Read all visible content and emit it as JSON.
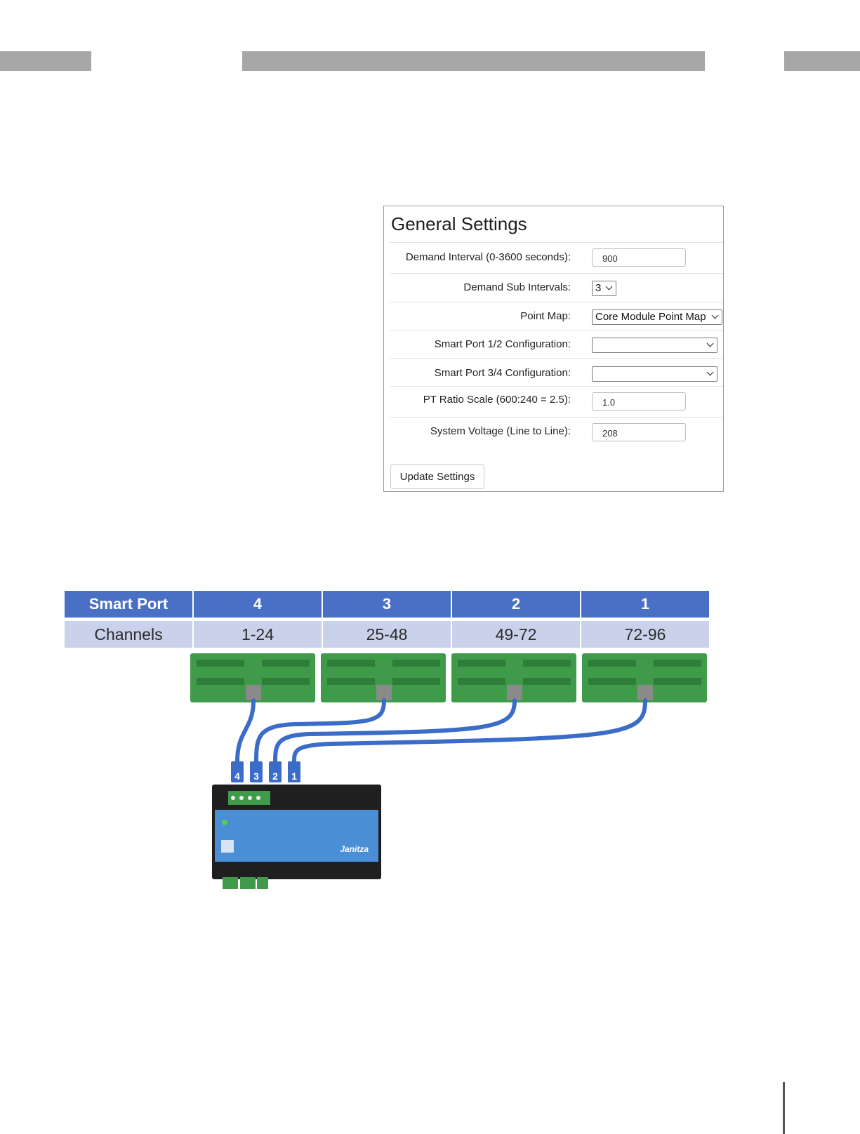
{
  "general_settings": {
    "title": "General Settings",
    "demand_interval": {
      "label": "Demand Interval (0-3600 seconds):",
      "value": "900"
    },
    "demand_sub_intervals": {
      "label": "Demand Sub Intervals:",
      "value": "3"
    },
    "point_map": {
      "label": "Point Map:",
      "value": "Core Module Point Map"
    },
    "smart_port_12": {
      "label": "Smart Port 1/2 Configuration:",
      "value": ""
    },
    "smart_port_34": {
      "label": "Smart Port 3/4 Configuration:",
      "value": ""
    },
    "pt_ratio": {
      "label": "PT Ratio Scale (600:240 = 2.5):",
      "value": "1.0"
    },
    "system_voltage": {
      "label": "System Voltage (Line to Line):",
      "value": "208"
    },
    "update_button": "Update Settings"
  },
  "smart_port_table": {
    "header_label": "Smart Port",
    "row_label": "Channels",
    "ports": [
      "4",
      "3",
      "2",
      "1"
    ],
    "channels": [
      "1-24",
      "25-48",
      "49-72",
      "72-96"
    ]
  },
  "cable_labels": [
    "4",
    "3",
    "2",
    "1"
  ],
  "device": {
    "brand": "Janitza",
    "colors": {
      "body": "#1f1f1f",
      "panel": "#4a8fd6",
      "terminal": "#3f9b4a",
      "cable": "#3a6cc8"
    }
  }
}
